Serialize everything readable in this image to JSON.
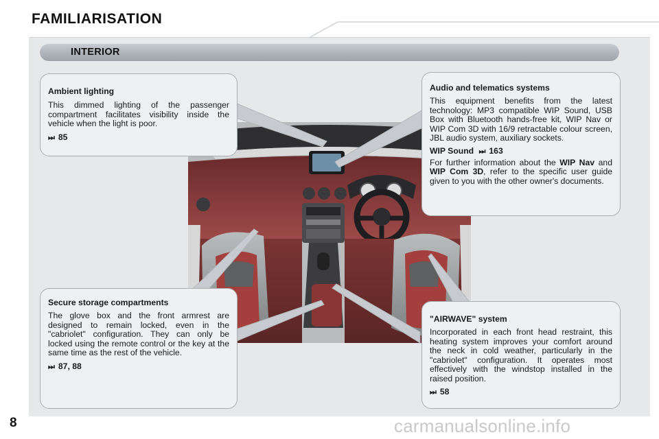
{
  "page": {
    "title": "FAMILIARISATION",
    "section": "INTERIOR",
    "number": "8",
    "watermark": "carmanualsonline.info"
  },
  "ambient": {
    "heading": "Ambient lighting",
    "body": "This dimmed lighting of the passenger compartment facilitates visibility inside the vehicle when the light is poor.",
    "ref_arrow": "⏭",
    "ref": "85"
  },
  "audio": {
    "heading": "Audio and telematics systems",
    "body": "This equipment benefits from the latest technology: MP3 compatible WIP Sound, USB Box with Bluetooth hands-free kit, WIP Nav or WIP Com 3D with 16/9 retractable colour screen, JBL audio system, auxiliary sockets.",
    "sub_heading": "WIP Sound",
    "sub_ref": "163",
    "info_pre": "For further information about the",
    "info_bold1": "WIP Nav",
    "info_and": "and",
    "info_bold2": "WIP Com 3D",
    "info_post": ", refer to the specific user guide given to you with the other owner's documents."
  },
  "storage": {
    "heading": "Secure storage compartments",
    "body": "The glove box and the front armrest are designed to remain locked, even in the \"cabriolet\" configuration. They can only be locked using the remote control or the key at the same time as the rest of the vehicle.",
    "ref": "87, 88"
  },
  "airwave": {
    "heading": "\"AIRWAVE\" system",
    "body": "Incorporated in each front head restraint, this heating system improves your comfort around the neck in cold weather, particularly in the \"cabriolet\" configuration. It operates most effectively with the windstop installed in the raised position.",
    "ref": "58"
  },
  "colors": {
    "panel": "#e6e8ea",
    "callout_bg": "#eef0f2",
    "callout_border": "#a9aeb3",
    "leather": "#8c3a3a",
    "section_bar": "#aeb4ba"
  }
}
